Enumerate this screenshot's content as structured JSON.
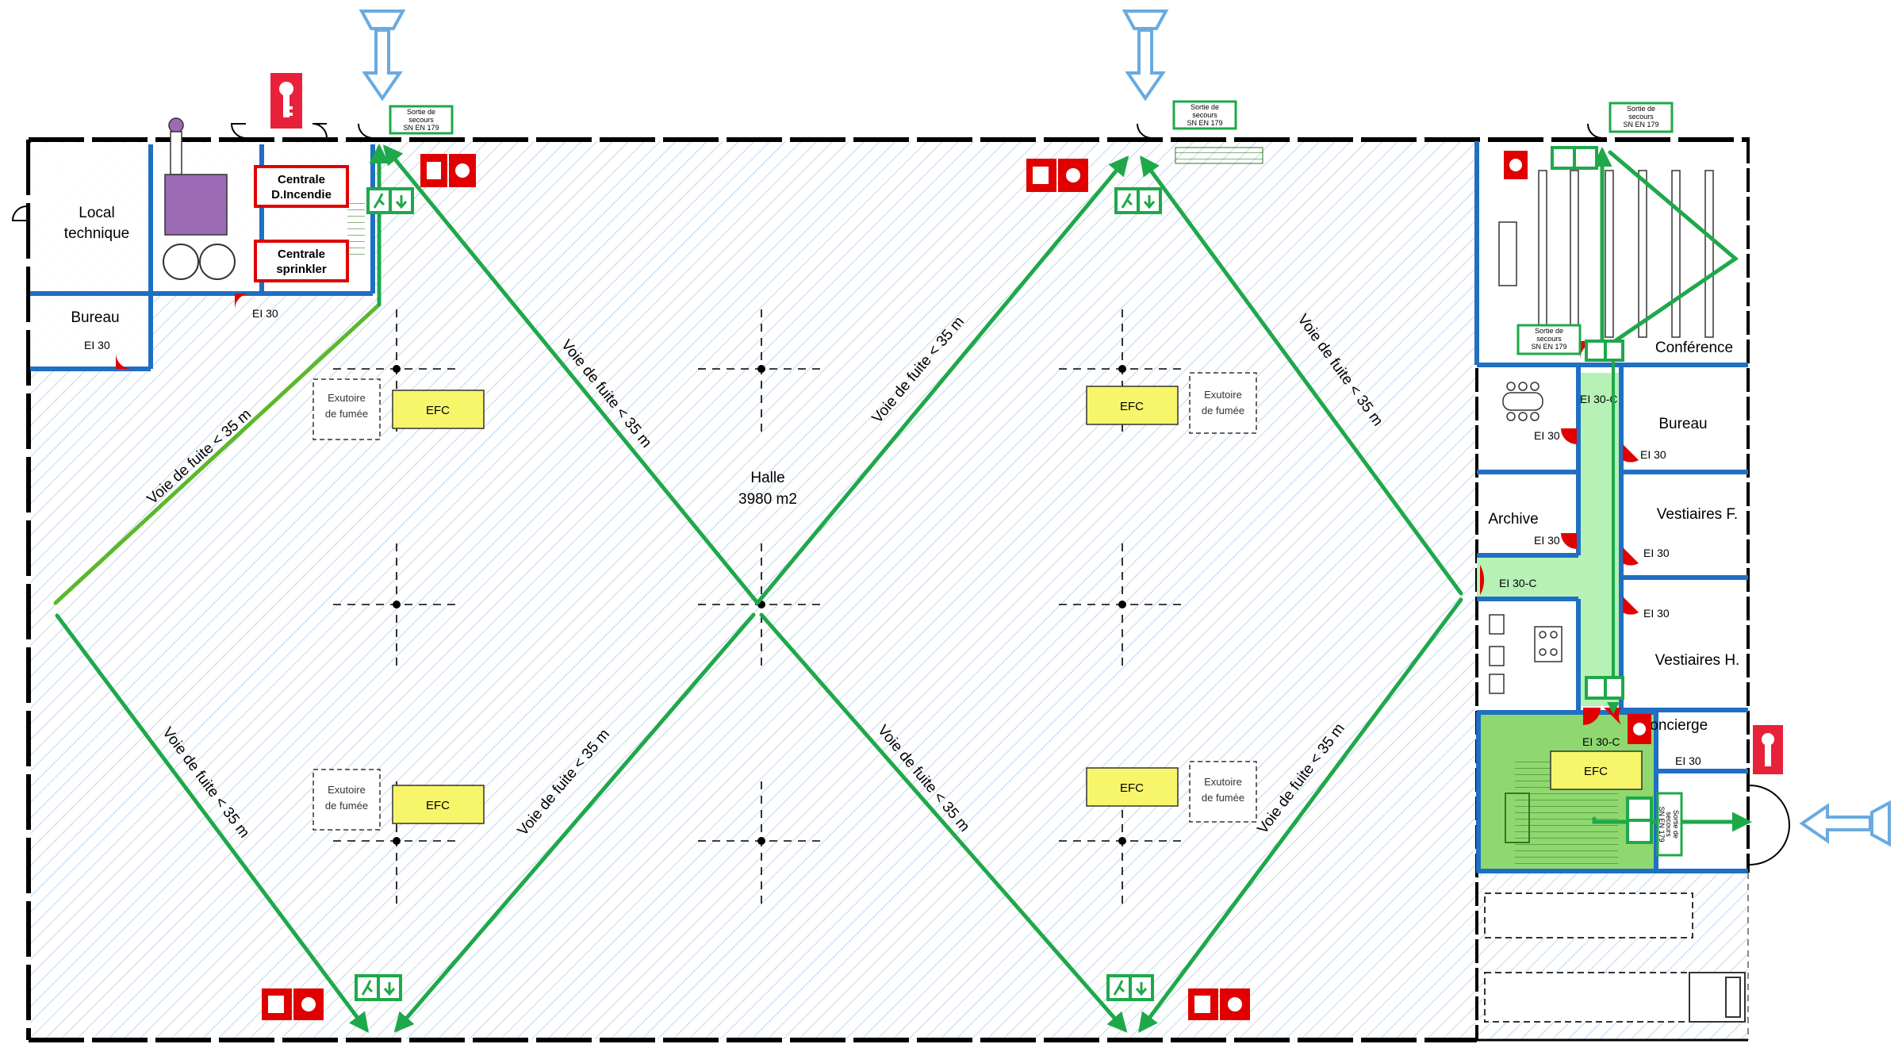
{
  "halle": {
    "name": "Halle",
    "area": "3980 m2"
  },
  "rooms": {
    "local_technique_1": "Local",
    "local_technique_2": "technique",
    "bureau_top": "Bureau",
    "conference": "Conférence",
    "bureau_right": "Bureau",
    "archive": "Archive",
    "vestiaires_f": "Vestiaires F.",
    "vestiaires_h": "Vestiaires H.",
    "concierge": "concierge"
  },
  "centrales": {
    "incendie_1": "Centrale",
    "incendie_2": "D.Incendie",
    "sprinkler_1": "Centrale",
    "sprinkler_2": "sprinkler"
  },
  "fire_ratings": {
    "ei30": "EI 30",
    "ei30c": "EI 30-C"
  },
  "efc_label": "EFC",
  "exutoire": {
    "line1": "Exutoire",
    "line2": "de fumée"
  },
  "escape_route_label": "Voie de fuite < 35 m",
  "exit_sign": {
    "line1": "Sortie de",
    "line2": "secours",
    "line3": "SN EN 179"
  },
  "colors": {
    "wall": "#1f6fc2",
    "route": "#1fa84a",
    "hatch": "#9dbfdf",
    "efc_fill": "#f7f56a",
    "corridor": "#b6f2b6",
    "stair_area": "#8fd86f",
    "fire_door": "#e00000",
    "machine": "#9b6bb5",
    "arrow_blue": "#6aaae0"
  },
  "icons": [
    "key-icon",
    "exit-running-man-icon",
    "fire-extinguisher-icon",
    "fire-hose-icon",
    "truck-icon",
    "table-chairs-icon",
    "stove-icon",
    "toilet-icon"
  ]
}
